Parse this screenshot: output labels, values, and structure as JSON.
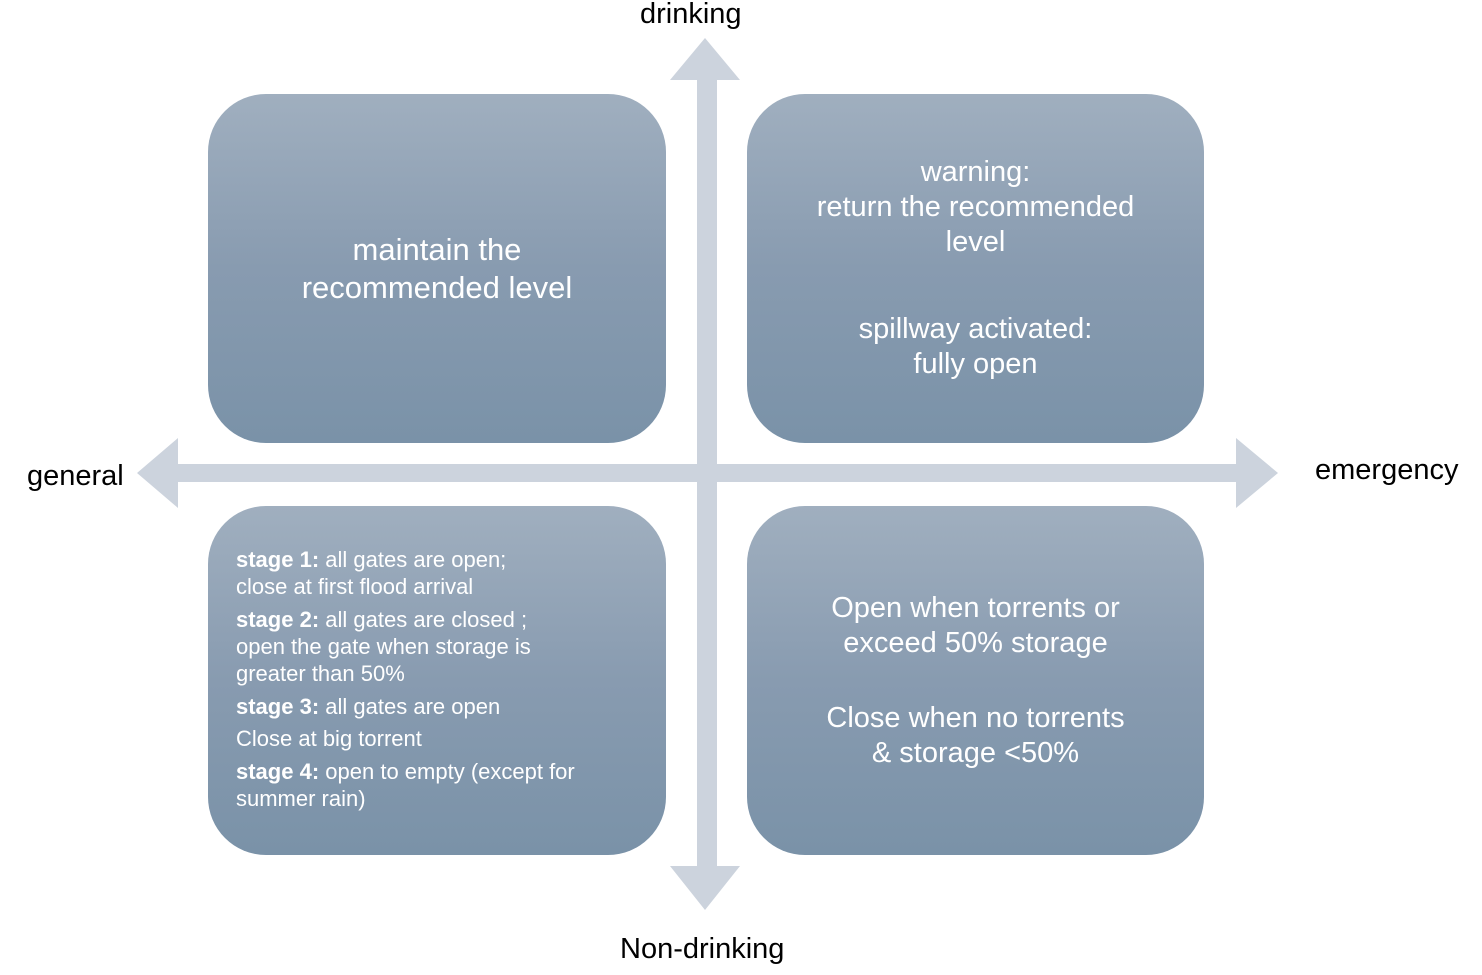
{
  "axes": {
    "top": "drinking",
    "bottom": "Non-drinking",
    "left": "general",
    "right": "emergency"
  },
  "colors": {
    "arrow": "#ccd3dd",
    "box_top": "#a0afbf",
    "box_bottom": "#7a92a8",
    "box_text": "#ffffff"
  },
  "quadrants": {
    "top_left": {
      "lines": [
        "maintain the",
        "recommended level"
      ]
    },
    "top_right": {
      "warning_lines": [
        "warning:",
        "return the recommended",
        "level"
      ],
      "spillway_lines": [
        "spillway activated:",
        "fully open"
      ]
    },
    "bottom_left": {
      "stages": [
        {
          "name": "stage 1:",
          "lines": [
            "all gates are open;",
            "close at first flood arrival"
          ]
        },
        {
          "name": "stage 2:",
          "lines": [
            "all gates are closed ;",
            "open the gate when storage is",
            "greater than 50%"
          ]
        },
        {
          "name": "stage 3:",
          "lines": [
            "all gates are open",
            "Close at big torrent"
          ]
        },
        {
          "name": "stage 4:",
          "lines": [
            "open to empty (except for",
            "summer rain)"
          ]
        }
      ]
    },
    "bottom_right": {
      "open_lines": [
        "Open when torrents or",
        "exceed 50% storage"
      ],
      "close_lines": [
        "Close when no torrents",
        "& storage <50%"
      ]
    }
  }
}
